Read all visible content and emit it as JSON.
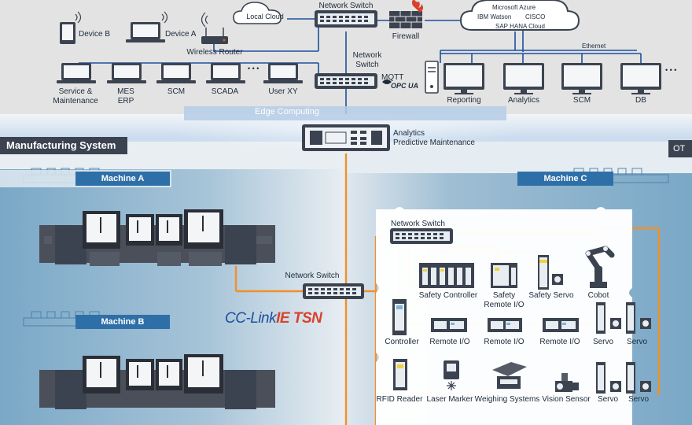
{
  "colors": {
    "it_bg": "#e3e3e3",
    "edge_band": "#bcd3ec",
    "ot_blue": "#7aa8c7",
    "navy": "#1a2f4b",
    "ethernet": "#1e4f9c",
    "tsn_orange": "#f0902a",
    "dark_label": "#3c4350",
    "device": "#3c4350",
    "screen": "#f4f6f8"
  },
  "it": {
    "cloud": {
      "local": "Local Cloud",
      "providers": [
        "Microsoft Azure",
        "IBM Watson",
        "CISCO",
        "SAP HANA Cloud"
      ]
    },
    "top_switch": "Network Switch",
    "firewall": "Firewall",
    "devices": {
      "device_b": "Device B",
      "device_a": "Device A",
      "router": "Wireless Router"
    },
    "mqtt_switch": "Network\nSwitch",
    "mqtt": "MQTT",
    "opcua": "OPC UA",
    "ethernet": "Ethernet",
    "apps": [
      "Service &\nMaintenance",
      "MES\nERP",
      "SCM",
      "SCADA",
      "User XY"
    ],
    "servers": [
      "Reporting",
      "Analytics",
      "SCM",
      "DB"
    ],
    "ellipsis": "• • •"
  },
  "edge": {
    "label": "Edge Computing",
    "analytics": "Analytics\nPredictive Maintenance"
  },
  "ot": {
    "section": "Manufacturing System",
    "tag": "OT",
    "machine_a": "Machine A",
    "machine_b": "Machine B",
    "machine_c": "Machine C",
    "center_switch": "Network Switch",
    "brand_cc": "CC-Link",
    "brand_ie": "IE TSN",
    "c_switch": "Network Switch",
    "row1": [
      "Safety Controller",
      "Safety\nRemote I/O",
      "Safety Servo",
      "Cobot"
    ],
    "row2": [
      "Controller",
      "Remote I/O",
      "Remote I/O",
      "Remote I/O",
      "Servo",
      "Servo"
    ],
    "row3": [
      "RFID Reader",
      "Laser Marker",
      "Weighing Systems",
      "Vision Sensor",
      "Servo",
      "Servo"
    ]
  }
}
